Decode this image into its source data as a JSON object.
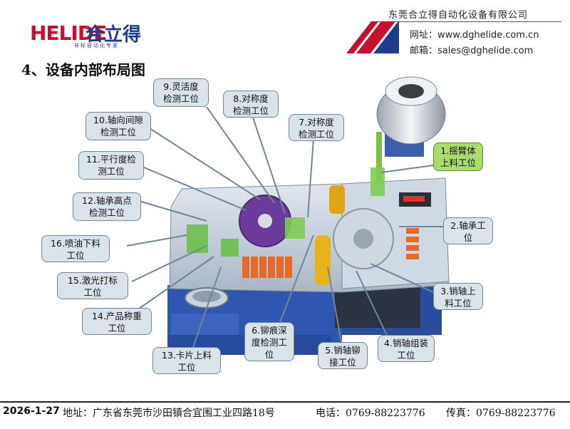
{
  "header": {
    "company": "东莞合立得自动化设备有限公司",
    "website_label": "网址：",
    "website": "www.dghelide.com.cn",
    "email_label": "邮箱：",
    "email": "sales@dghelide.com",
    "logo_latin": "HELIDE",
    "logo_cn": "合立得",
    "logo_tagline": "非标自动化专家"
  },
  "section_title": "4、设备内部布局图",
  "colors": {
    "brand_red": "#c8102e",
    "brand_blue": "#1f3b8f",
    "callout_fill": "#d9e3ea",
    "callout_highlight": "#a9dd6b"
  },
  "callouts": [
    {
      "id": "c1",
      "text": "1.摇臂体\n上料工位",
      "highlight": true
    },
    {
      "id": "c2",
      "text": "2.轴承工\n位",
      "highlight": false
    },
    {
      "id": "c3",
      "text": "3.销轴上\n料工位",
      "highlight": false
    },
    {
      "id": "c4",
      "text": "4.销轴组装\n工位",
      "highlight": false
    },
    {
      "id": "c5",
      "text": "5.销轴铆\n接工位",
      "highlight": false
    },
    {
      "id": "c6",
      "text": "6.铆痕深\n度检测工\n位",
      "highlight": false
    },
    {
      "id": "c7",
      "text": "7.对称度\n检测工位",
      "highlight": false
    },
    {
      "id": "c8",
      "text": "8.对称度\n检测工位",
      "highlight": false
    },
    {
      "id": "c9",
      "text": "9.灵活度\n检测工位",
      "highlight": false
    },
    {
      "id": "c10",
      "text": "10.轴向间隙\n检测工位",
      "highlight": false
    },
    {
      "id": "c11",
      "text": "11.平行度检\n测工位",
      "highlight": false
    },
    {
      "id": "c12",
      "text": "12.轴承高点\n检测工位",
      "highlight": false
    },
    {
      "id": "c13",
      "text": "13.卡片上料\n工位",
      "highlight": false
    },
    {
      "id": "c14",
      "text": "14.产品称重\n工位",
      "highlight": false
    },
    {
      "id": "c15",
      "text": "15.激光打标\n工位",
      "highlight": false
    },
    {
      "id": "c16",
      "text": "16.喷油下料\n工位",
      "highlight": false
    }
  ],
  "footer": {
    "date": "2026-1-27",
    "address": "地址：广东省东莞市沙田镇合宜围工业四路18号",
    "phone": "电话：0769-88223776",
    "fax": "传真：0769-88223776"
  }
}
